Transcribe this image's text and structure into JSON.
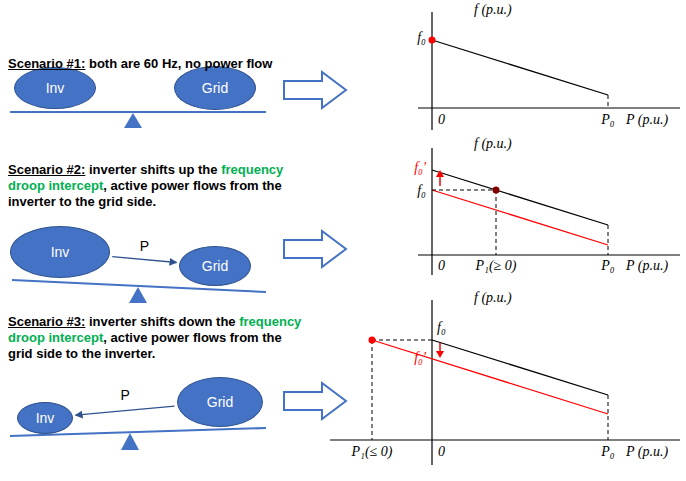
{
  "diagram": {
    "nodes": [
      {
        "text": [
          "Inv"
        ]
      },
      {
        "text": [
          "Grid"
        ]
      },
      {
        "text": [
          "Inv"
        ]
      },
      {
        "text": [
          "Grid"
        ]
      },
      {
        "text": [
          "Inv"
        ]
      },
      {
        "text": [
          "Grid"
        ]
      }
    ],
    "edges": [
      {
        "from": 2,
        "to": 3,
        "label": "P",
        "arrow": "to"
      },
      {
        "from": 5,
        "to": 4,
        "label": "P",
        "arrow": "to"
      }
    ],
    "labels": [
      "Scenario #1:",
      "both are 60 Hz, no power flow",
      "f (p.u.)",
      "f₀",
      "0",
      "P₀",
      "P (p.u.)",
      "Scenario #2:",
      "inverter shifts up the",
      "frequency droop intercept",
      ", active power flows from the inverter to the grid side.",
      "f (p.u.)",
      "f₀′",
      "f₀",
      "0",
      "P₁(≥ 0)",
      "P₀",
      "P (p.u.)",
      "Scenario #3:",
      "inverter shifts down the",
      "frequency droop intercept",
      ", active power flows from the grid side to the inverter.",
      "f (p.u.)",
      "f₀",
      "f₀′",
      "P₁(≤ 0)",
      "0",
      "P₀",
      "P (p.u.)"
    ]
  }
}
